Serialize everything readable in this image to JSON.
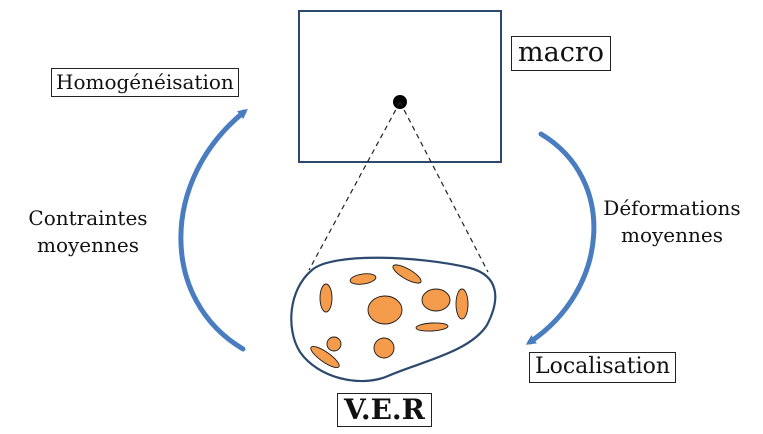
{
  "labels": {
    "macro": "macro",
    "homogenisation": "Homogénéisation",
    "localisation": "Localisation",
    "ver": "V.E.R",
    "contraintes_line1": "Contraintes",
    "contraintes_line2": "moyennes",
    "deformations_line1": "Déformations",
    "deformations_line2": "moyennes"
  },
  "colors": {
    "box_stroke": "#2c4a6e",
    "arrow": "#4a7dbf",
    "inclusion_fill": "#f59b4c",
    "inclusion_stroke": "#1a1a1a",
    "zoom_lines": "#222222"
  }
}
